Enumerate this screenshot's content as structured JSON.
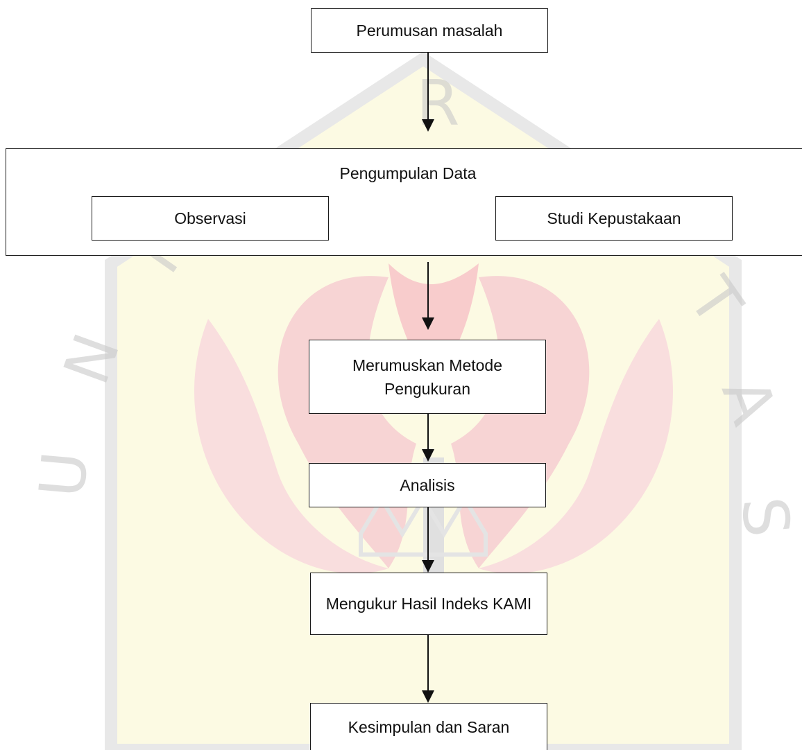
{
  "diagram": {
    "steps": {
      "perumusan": "Perumusan masalah",
      "pengumpulan": "Pengumpulan Data",
      "observasi": "Observasi",
      "studi": "Studi Kepustakaan",
      "metode": "Merumuskan Metode Pengukuran",
      "analisis": "Analisis",
      "mengukur": "Mengukur Hasil Indeks KAMI",
      "kesimpulan": "Kesimpulan dan Saran"
    },
    "colors": {
      "line": "#1a1a1a",
      "watermark_red": "#f06a6a",
      "watermark_yellow": "#f7ee9a",
      "watermark_gray": "#bdbdbd"
    }
  },
  "watermark": {
    "letters": [
      "N",
      "I",
      "U",
      "R",
      "T",
      "A",
      "S"
    ]
  }
}
